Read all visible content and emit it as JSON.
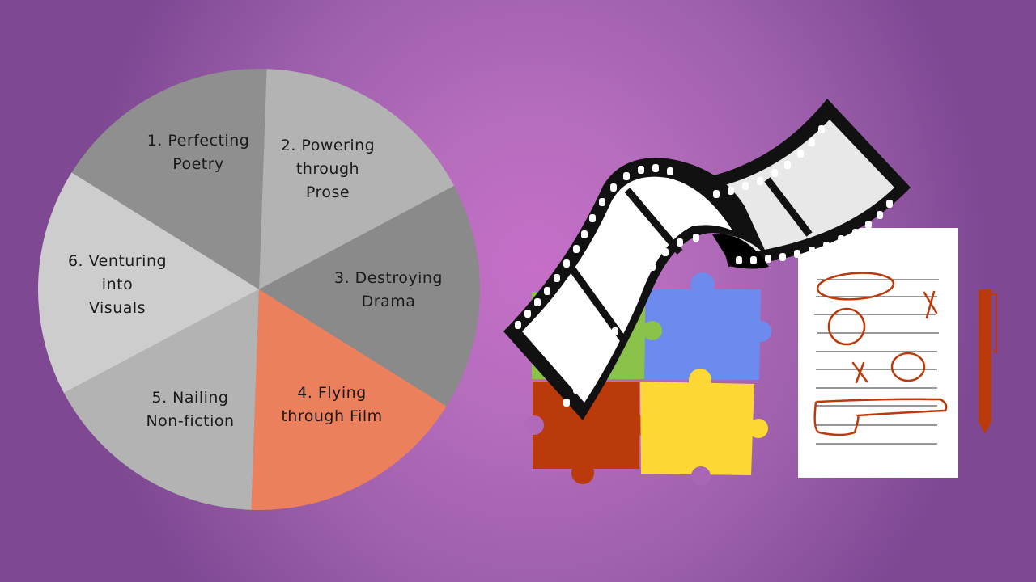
{
  "slide": {
    "background": {
      "center_color": "#c66ec9",
      "edge_color": "#7e4893"
    }
  },
  "chart_data": {
    "type": "pie",
    "title": "",
    "categories": [
      "1. Perfecting Poetry",
      "2. Powering through Prose",
      "3. Destroying Drama",
      "4. Flying through Film",
      "5. Nailing Non-fiction",
      "6. Venturing into Visuals"
    ],
    "values": [
      1,
      1,
      1,
      1,
      1,
      1
    ],
    "colors": [
      "#8f8f8f",
      "#b3b3b3",
      "#8a8a8a",
      "#ec805d",
      "#b3b3b3",
      "#cdcdcd"
    ],
    "highlighted": "4. Flying through Film",
    "legend": "none (labels drawn inside slices)"
  },
  "pie": {
    "slices": [
      {
        "label": "1. Perfecting\nPoetry",
        "color": "#8f8f8f"
      },
      {
        "label": "2. Powering\nthrough\nProse",
        "color": "#b3b3b3"
      },
      {
        "label": "3. Destroying\nDrama",
        "color": "#8a8a8a"
      },
      {
        "label": "4. Flying\nthrough Film",
        "color": "#ec805d"
      },
      {
        "label": "5. Nailing\nNon-fiction",
        "color": "#b3b3b3"
      },
      {
        "label": "6. Venturing\ninto\nVisuals",
        "color": "#cdcdcd"
      }
    ]
  },
  "illustration": {
    "film_strip": {
      "icon": "film-strip-icon",
      "frame_color": "#111111",
      "frame_fill": "#ffffff"
    },
    "puzzle": {
      "icon": "puzzle-icon",
      "colors": {
        "green": "#8bc34a",
        "blue": "#6d8bef",
        "red": "#bb3a0b",
        "yellow": "#fdd835"
      }
    },
    "paper": {
      "icon": "marked-paper-icon",
      "mark_color": "#bb3a0b"
    },
    "pen": {
      "icon": "pen-icon",
      "color": "#bb3a0b"
    }
  }
}
